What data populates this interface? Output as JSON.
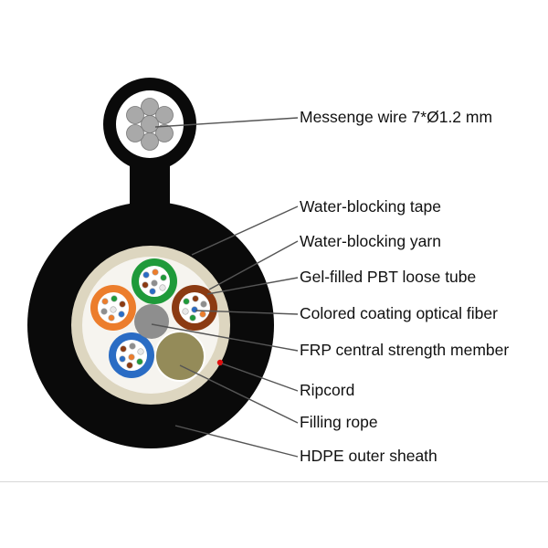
{
  "labels": {
    "messenger_wire": "Messenge wire 7*Ø1.2 mm",
    "water_blocking_tape": "Water-blocking tape",
    "water_blocking_yarn": "Water-blocking yarn",
    "loose_tube": "Gel-filled PBT loose tube",
    "optical_fiber": "Colored coating optical fiber",
    "frp_member": "FRP central strength member",
    "ripcord": "Ripcord",
    "filling_rope": "Filling rope",
    "outer_sheath": "HDPE outer sheath"
  },
  "colors": {
    "sheath": "#0a0a0a",
    "tape": "#ddd6c0",
    "core": "#f6f4ef",
    "tube_green": "#1f9a3a",
    "tube_orange": "#ec7d2c",
    "tube_brown": "#8b3a12",
    "tube_blue": "#2a6cc4",
    "frp": "#8e8e8e",
    "filling_rope": "#948b59",
    "wire": "#a9a9a9",
    "ripcord": "#e01010",
    "leader_line": "#555555"
  },
  "tubes": [
    {
      "name": "green-loose-tube",
      "color_key": "tube_green"
    },
    {
      "name": "orange-loose-tube",
      "color_key": "tube_orange"
    },
    {
      "name": "brown-loose-tube",
      "color_key": "tube_brown"
    },
    {
      "name": "blue-loose-tube",
      "color_key": "tube_blue"
    }
  ],
  "fiber_colors": [
    "#2a6cc4",
    "#ec7d2c",
    "#1f9a3a",
    "#8b3a12",
    "#8e8e8e",
    "#e8e8e8"
  ]
}
